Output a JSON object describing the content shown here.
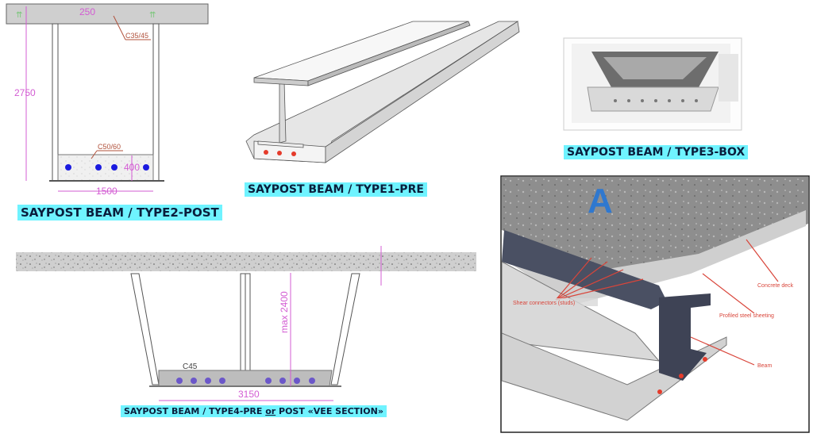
{
  "type2": {
    "caption": "SAYPOST BEAM / TYPE2-POST",
    "dim_slab": "250",
    "dim_height": "2750",
    "dim_bottom": "400",
    "dim_width": "1500",
    "mat_slab": "C35/45",
    "mat_bottom": "C50/60"
  },
  "type1": {
    "caption": "SAYPOST BEAM / TYPE1-PRE"
  },
  "type3": {
    "caption": "SAYPOST BEAM / TYPE3-BOX"
  },
  "type4": {
    "caption_a": "SAYPOST BEAM / TYPE4-PRE ",
    "caption_or": "or",
    "caption_b": " POST «VEE SECTION»",
    "dim_height": "max 2400",
    "dim_width": "3150",
    "mat": "C45"
  },
  "composite": {
    "marker": "A",
    "labels": {
      "studs": "Shear connectors (studs)",
      "deck": "Concrete deck",
      "sheeting": "Profiled steel sheeting",
      "beam": "Beam"
    }
  },
  "colors": {
    "caption_bg": "#6ff3ff",
    "dimension": "#d35cd3",
    "rebar": "#1a1adf",
    "arrow": "#d9453a"
  }
}
